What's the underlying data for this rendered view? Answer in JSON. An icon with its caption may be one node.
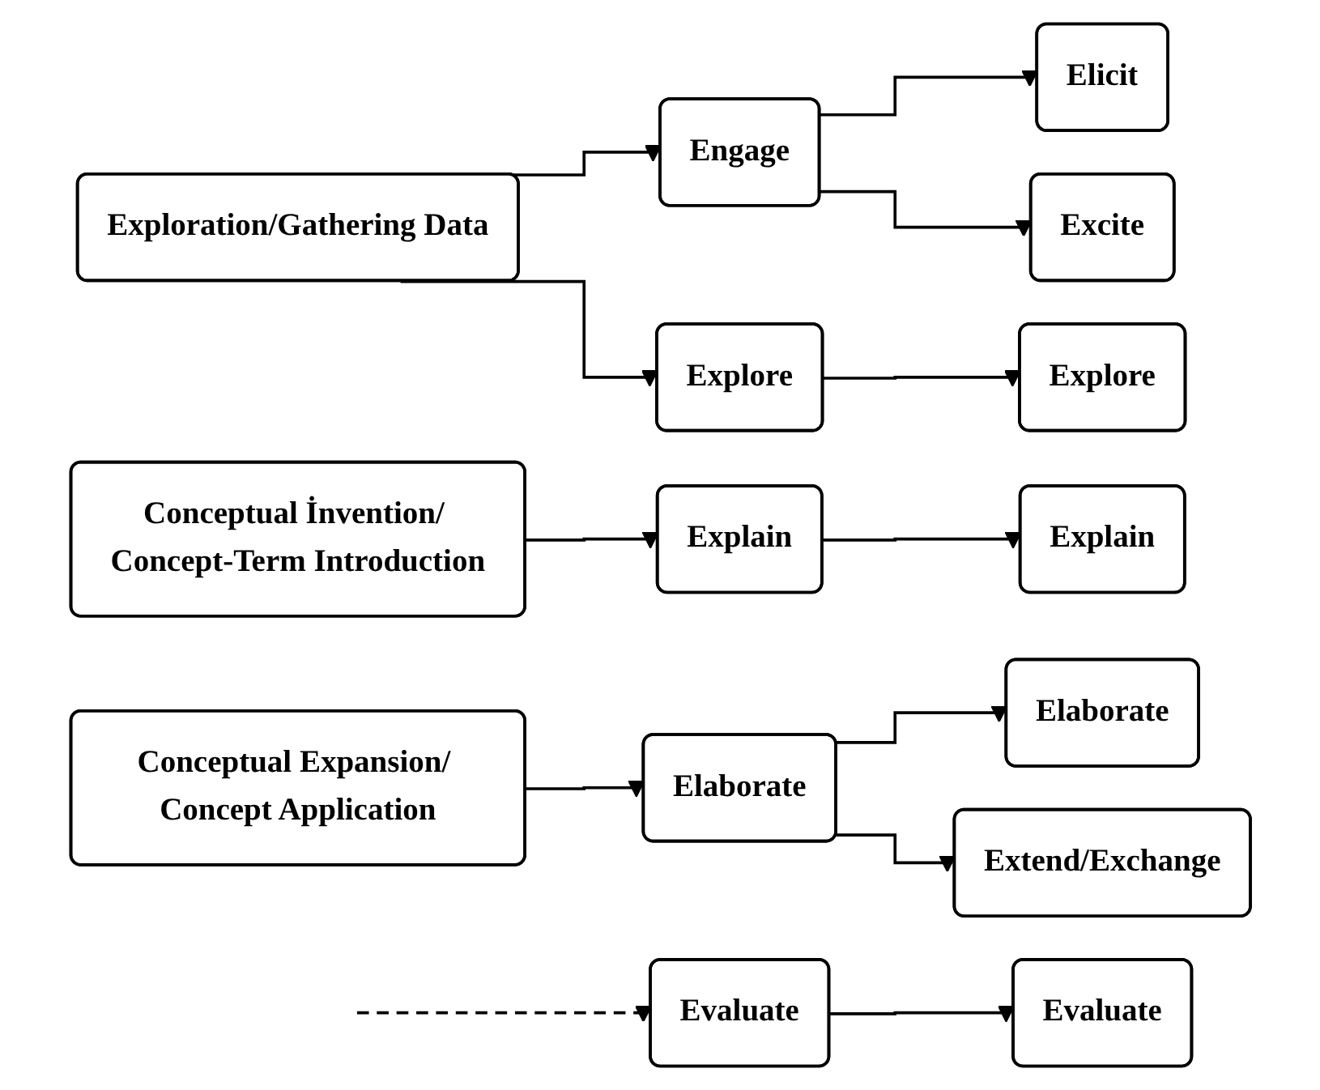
{
  "diagram": {
    "nodes": [
      {
        "text": [
          "Exploration/Gathering Data"
        ]
      },
      {
        "text": [
          "Engage"
        ]
      },
      {
        "text": [
          "Elicit"
        ]
      },
      {
        "text": [
          "Excite"
        ]
      },
      {
        "text": [
          "Explore"
        ]
      },
      {
        "text": [
          "Explore"
        ]
      },
      {
        "text": [
          "Conceptual İnvention/ Concept-Term Introduction"
        ]
      },
      {
        "text": [
          "Explain"
        ]
      },
      {
        "text": [
          "Explain"
        ]
      },
      {
        "text": [
          "Conceptual Expansion/ Concept Application"
        ]
      },
      {
        "text": [
          "Elaborate"
        ]
      },
      {
        "text": [
          "Elaborate"
        ]
      },
      {
        "text": [
          "Extend/Exchange"
        ]
      },
      {
        "text": [
          "Evaluate"
        ]
      },
      {
        "text": [
          "Evaluate"
        ]
      }
    ],
    "edges": [
      {
        "from": 0,
        "to": 1,
        "arrow": "to"
      },
      {
        "from": 0,
        "to": 4,
        "arrow": "to"
      },
      {
        "from": 1,
        "to": 2,
        "arrow": "to"
      },
      {
        "from": 1,
        "to": 3,
        "arrow": "to"
      },
      {
        "from": 4,
        "to": 5,
        "arrow": "to"
      },
      {
        "from": 6,
        "to": 7,
        "arrow": "to"
      },
      {
        "from": 7,
        "to": 8,
        "arrow": "to"
      },
      {
        "from": 9,
        "to": 10,
        "arrow": "to"
      },
      {
        "from": 10,
        "to": 11,
        "arrow": "to"
      },
      {
        "from": 10,
        "to": 12,
        "arrow": "to"
      },
      {
        "from": null,
        "to": 13,
        "arrow": "to",
        "style": "dashed"
      },
      {
        "from": 13,
        "to": 14,
        "arrow": "to"
      }
    ]
  }
}
